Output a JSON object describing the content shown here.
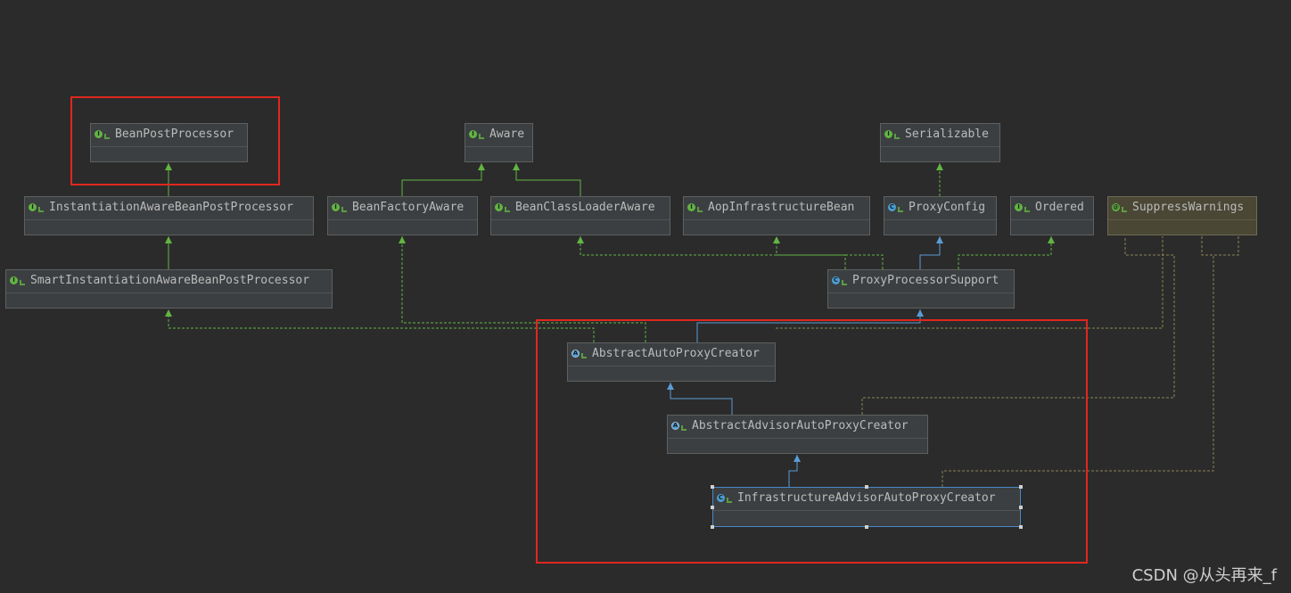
{
  "diagram": {
    "nodes": [
      {
        "id": "bpp",
        "label": "BeanPostProcessor",
        "kind": "interface"
      },
      {
        "id": "aware",
        "label": "Aware",
        "kind": "interface"
      },
      {
        "id": "serializable",
        "label": "Serializable",
        "kind": "interface"
      },
      {
        "id": "iabpp",
        "label": "InstantiationAwareBeanPostProcessor",
        "kind": "interface"
      },
      {
        "id": "bfa",
        "label": "BeanFactoryAware",
        "kind": "interface"
      },
      {
        "id": "bcla",
        "label": "BeanClassLoaderAware",
        "kind": "interface"
      },
      {
        "id": "aib",
        "label": "AopInfrastructureBean",
        "kind": "interface"
      },
      {
        "id": "pc",
        "label": "ProxyConfig",
        "kind": "class"
      },
      {
        "id": "ordered",
        "label": "Ordered",
        "kind": "interface"
      },
      {
        "id": "sw",
        "label": "SuppressWarnings",
        "kind": "annotation"
      },
      {
        "id": "siabpp",
        "label": "SmartInstantiationAwareBeanPostProcessor",
        "kind": "interface"
      },
      {
        "id": "pps",
        "label": "ProxyProcessorSupport",
        "kind": "class"
      },
      {
        "id": "aapc",
        "label": "AbstractAutoProxyCreator",
        "kind": "abstract"
      },
      {
        "id": "aaapc",
        "label": "AbstractAdvisorAutoProxyCreator",
        "kind": "abstract"
      },
      {
        "id": "iaapc",
        "label": "InfrastructureAdvisorAutoProxyCreator",
        "kind": "class"
      }
    ],
    "icons": {
      "interface": {
        "letter": "I",
        "name": "interface-icon"
      },
      "class": {
        "letter": "C",
        "name": "class-icon"
      },
      "abstract": {
        "letter": "A",
        "name": "abstract-class-icon"
      },
      "annotation": {
        "letter": "@",
        "name": "annotation-icon"
      }
    },
    "colors": {
      "background": "#2b2b2b",
      "extends_edge": "#5b9bd5",
      "implements_edge": "#62b543",
      "annotation_edge": "#8a8455",
      "highlight": "#e0271f"
    }
  },
  "watermark": "CSDN @从头再来_f"
}
